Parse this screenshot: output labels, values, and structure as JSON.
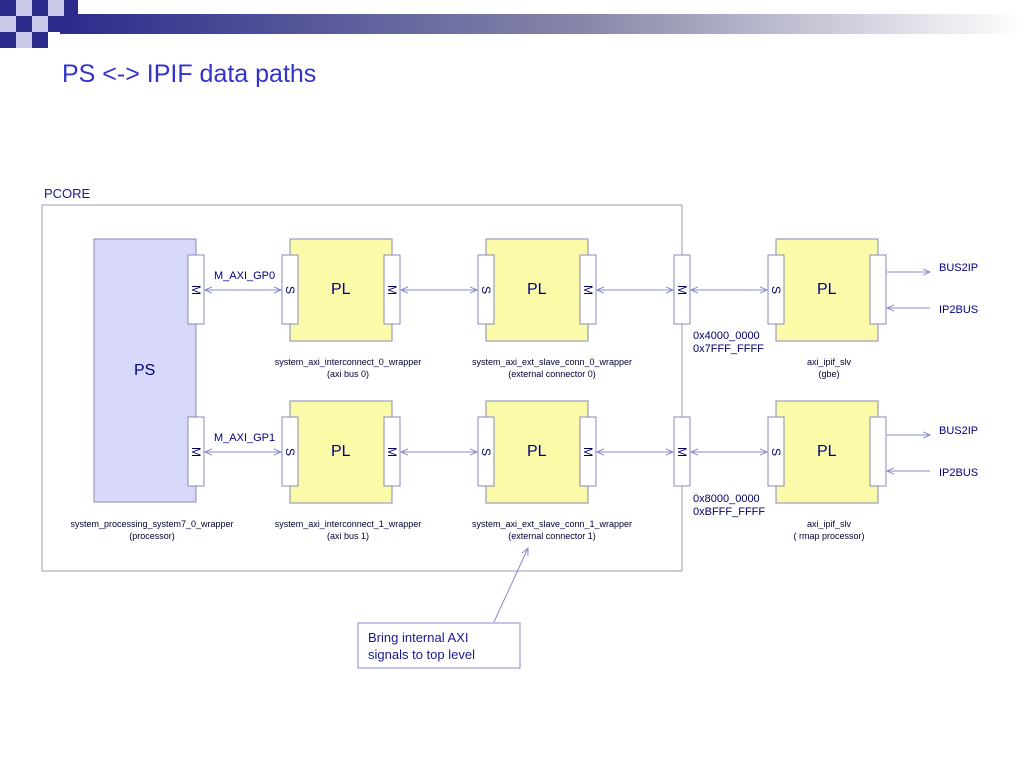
{
  "slide": {
    "title": "PS <-> IPIF data paths",
    "pcore_label": "PCORE"
  },
  "colors": {
    "title": "#3333cc",
    "ps_fill": "#d8d8fa",
    "pl_fill": "#fafaa8",
    "border": "#8888bb"
  },
  "ps": {
    "label": "PS",
    "ports": [
      "M",
      "M"
    ],
    "caption_line1": "system_processing_system7_0_wrapper",
    "caption_line2": "(processor)"
  },
  "links": {
    "gp0": "M_AXI_GP0",
    "gp1": "M_AXI_GP1"
  },
  "row0": {
    "interconnect": {
      "label": "PL",
      "port_in": "S",
      "port_out": "M",
      "caption_line1": "system_axi_interconnect_0_wrapper",
      "caption_line2": "(axi bus 0)"
    },
    "ext_slave": {
      "label": "PL",
      "port_in": "S",
      "port_out": "M",
      "caption_line1": "system_axi_ext_slave_conn_0_wrapper",
      "caption_line2": "(external connector 0)"
    },
    "boundary_port": "M",
    "address_start": "0x4000_0000",
    "address_end": "0x7FFF_FFFF",
    "ipif": {
      "label": "PL",
      "port_in": "S",
      "caption_line1": "axi_ipif_slv",
      "caption_line2": "(gbe)",
      "out_label": "BUS2IP",
      "in_label": "IP2BUS"
    }
  },
  "row1": {
    "interconnect": {
      "label": "PL",
      "port_in": "S",
      "port_out": "M",
      "caption_line1": "system_axi_interconnect_1_wrapper",
      "caption_line2": "(axi bus 1)"
    },
    "ext_slave": {
      "label": "PL",
      "port_in": "S",
      "port_out": "M",
      "caption_line1": "system_axi_ext_slave_conn_1_wrapper",
      "caption_line2": "(external connector 1)"
    },
    "boundary_port": "M",
    "address_start": "0x8000_0000",
    "address_end": "0xBFFF_FFFF",
    "ipif": {
      "label": "PL",
      "port_in": "S",
      "caption_line1": "axi_ipif_slv",
      "caption_line2": "( rmap processor)",
      "out_label": "BUS2IP",
      "in_label": "IP2BUS"
    }
  },
  "callout": {
    "line1": "Bring internal AXI",
    "line2": "signals to top level"
  }
}
